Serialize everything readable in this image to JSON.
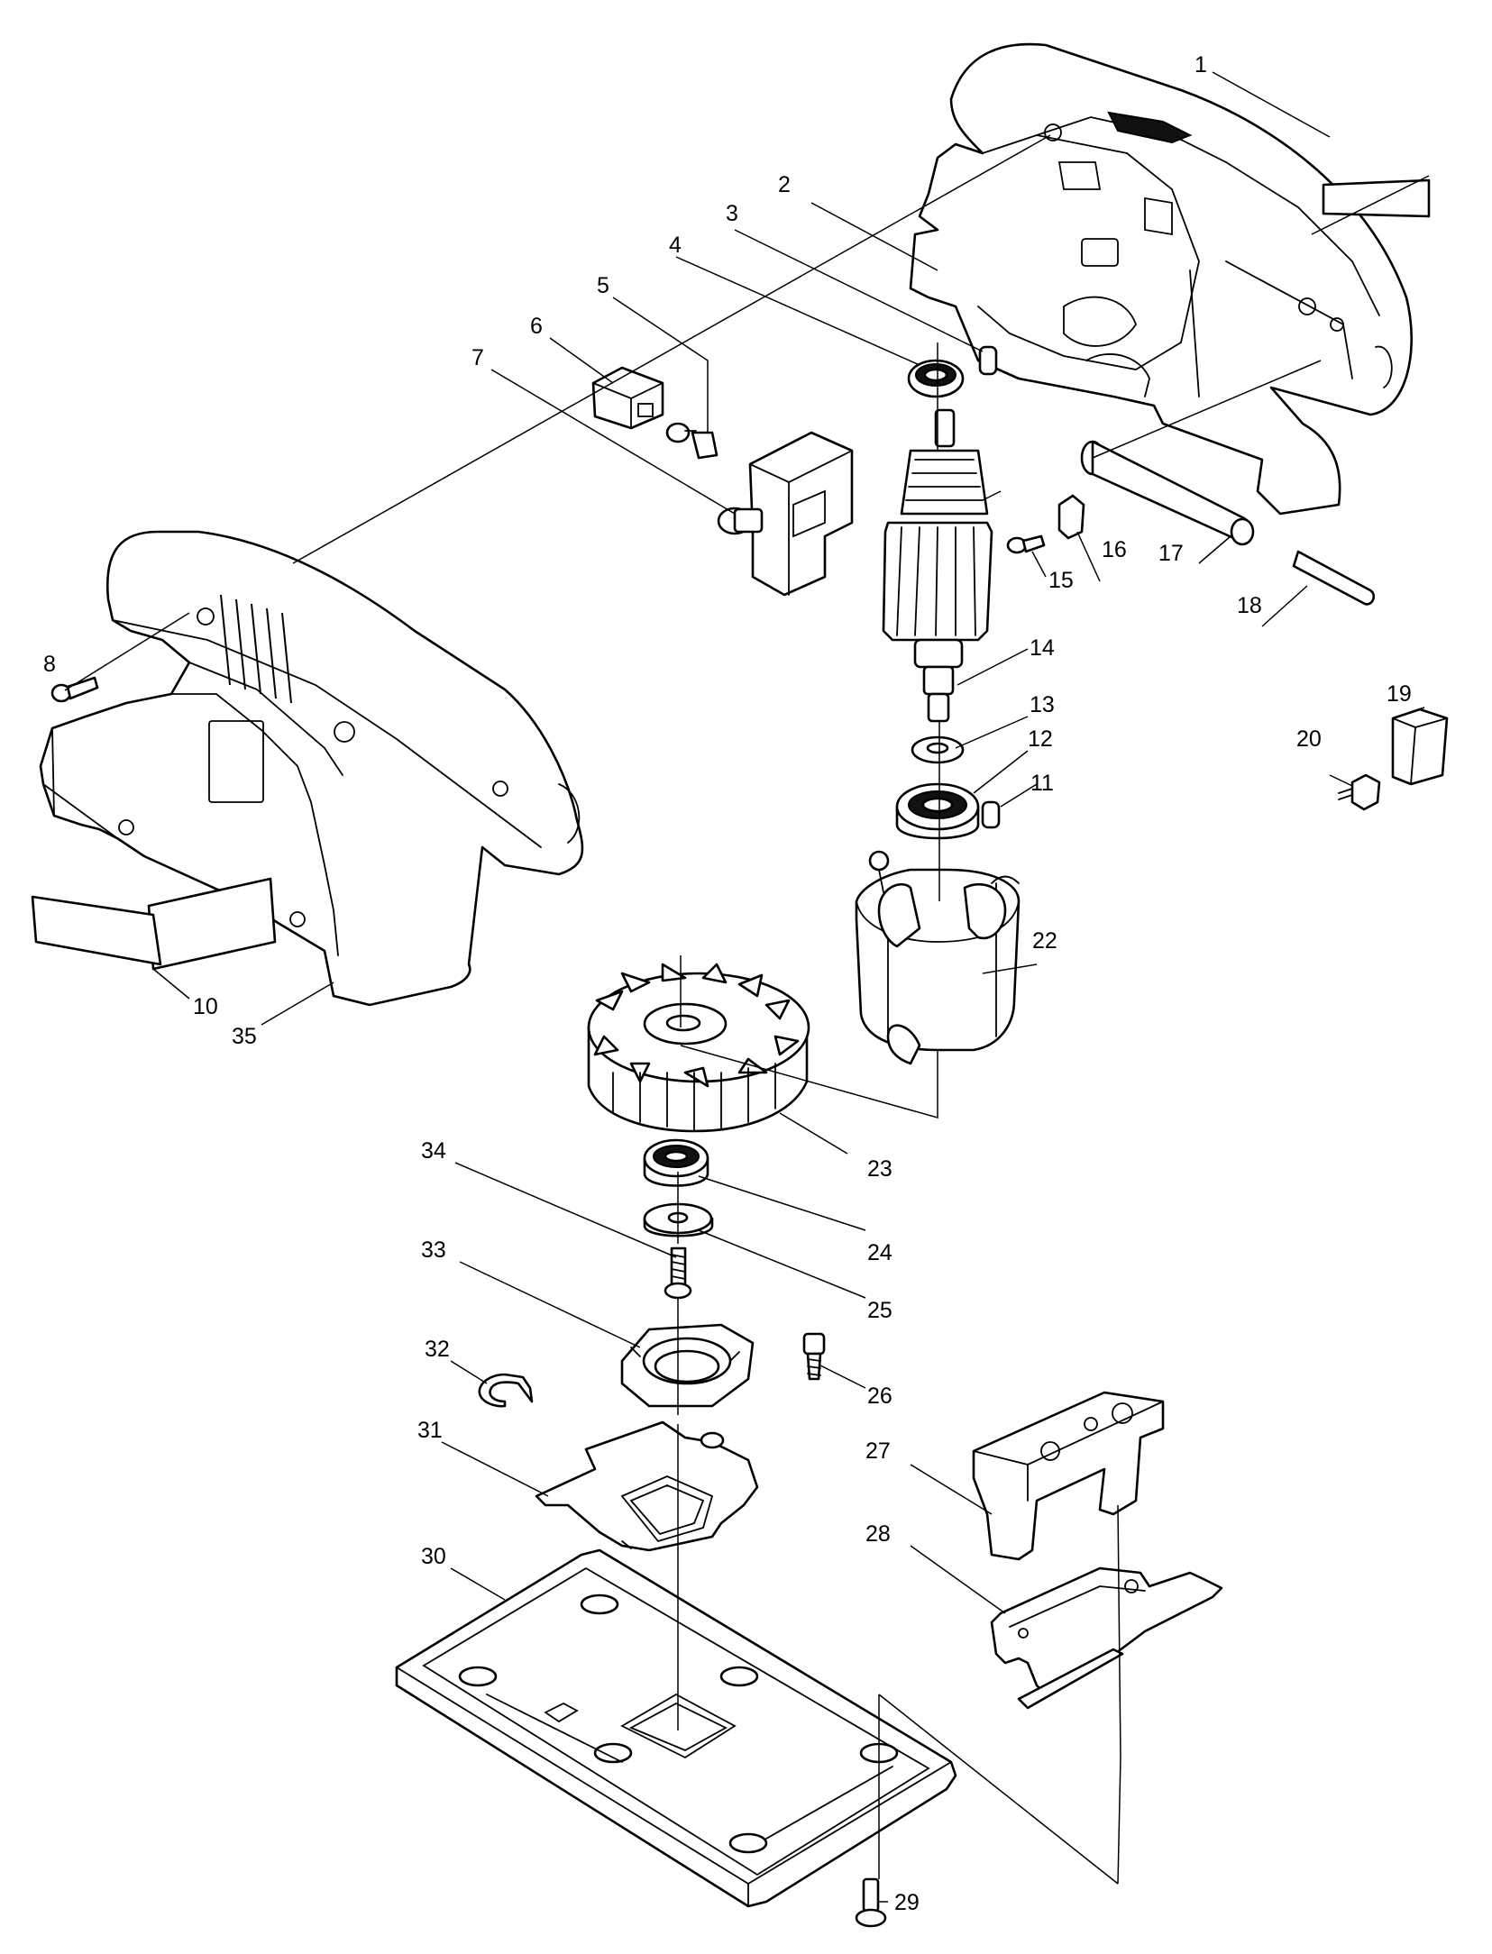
{
  "callouts": [
    {
      "id": "1",
      "label": "1"
    },
    {
      "id": "2",
      "label": "2"
    },
    {
      "id": "3",
      "label": "3"
    },
    {
      "id": "4",
      "label": "4"
    },
    {
      "id": "5",
      "label": "5"
    },
    {
      "id": "6",
      "label": "6"
    },
    {
      "id": "7",
      "label": "7"
    },
    {
      "id": "8",
      "label": "8"
    },
    {
      "id": "10",
      "label": "10"
    },
    {
      "id": "11",
      "label": "11"
    },
    {
      "id": "12",
      "label": "12"
    },
    {
      "id": "13",
      "label": "13"
    },
    {
      "id": "14",
      "label": "14"
    },
    {
      "id": "15",
      "label": "15"
    },
    {
      "id": "16",
      "label": "16"
    },
    {
      "id": "17",
      "label": "17"
    },
    {
      "id": "18",
      "label": "18"
    },
    {
      "id": "19",
      "label": "19"
    },
    {
      "id": "20",
      "label": "20"
    },
    {
      "id": "22",
      "label": "22"
    },
    {
      "id": "23",
      "label": "23"
    },
    {
      "id": "24",
      "label": "24"
    },
    {
      "id": "25",
      "label": "25"
    },
    {
      "id": "26",
      "label": "26"
    },
    {
      "id": "27",
      "label": "27"
    },
    {
      "id": "28",
      "label": "28"
    },
    {
      "id": "29",
      "label": "29"
    },
    {
      "id": "30",
      "label": "30"
    },
    {
      "id": "31",
      "label": "31"
    },
    {
      "id": "32",
      "label": "32"
    },
    {
      "id": "33",
      "label": "33"
    },
    {
      "id": "34",
      "label": "34"
    },
    {
      "id": "35",
      "label": "35"
    }
  ]
}
